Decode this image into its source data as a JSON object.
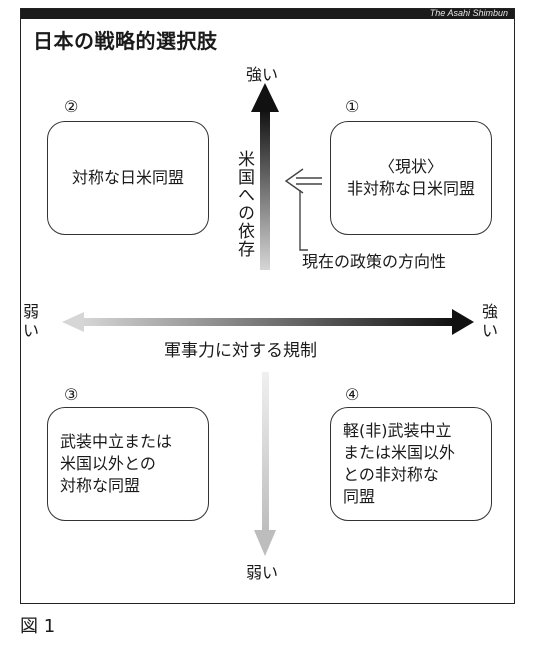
{
  "diagram": {
    "credit": "The Asahi Shimbun",
    "title": "日本の戦略的選択肢",
    "top_label": "強い",
    "bottom_label": "弱い",
    "left_label": [
      "弱",
      "い"
    ],
    "right_label": [
      "強",
      "い"
    ],
    "vertical_axis": "米国への依存",
    "horizontal_axis": "軍事力に対する規制",
    "policy_direction": "現在の政策の方向性",
    "quadrants": [
      {
        "number": "①",
        "lines": [
          "〈現状〉",
          "非対称な日米同盟"
        ]
      },
      {
        "number": "②",
        "lines": [
          "対称な日米同盟"
        ]
      },
      {
        "number": "③",
        "lines": [
          "武装中立または",
          "米国以外との",
          "対称な同盟"
        ]
      },
      {
        "number": "④",
        "lines": [
          "軽(非)武装中立",
          "または米国以外",
          "との非対称な",
          "同盟"
        ]
      }
    ],
    "colors": {
      "frame": "#222222",
      "arrow_dark": "#111111",
      "arrow_light": "#cfcfcf"
    }
  },
  "caption": "図 1"
}
